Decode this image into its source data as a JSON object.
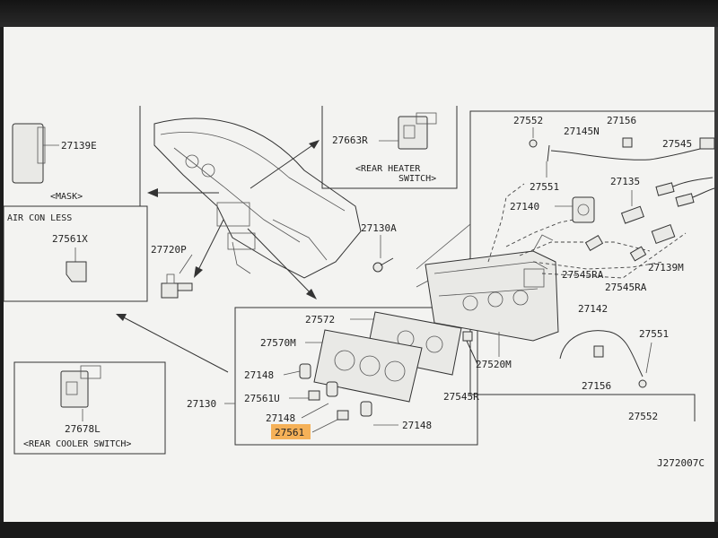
{
  "diagram_id": "J272007C",
  "boxes": {
    "mask": {
      "part": "27139E",
      "caption": "<MASK>"
    },
    "air_con_less": {
      "heading": "AIR CON LESS",
      "part": "27561X"
    },
    "rear_heater": {
      "part": "27663R",
      "caption_line1": "<REAR HEATER",
      "caption_line2": "SWITCH>"
    },
    "rear_cooler": {
      "part": "27678L",
      "caption": "<REAR COOLER SWITCH>"
    }
  },
  "parts": {
    "p27720P": "27720P",
    "p27130A": "27130A",
    "p27552_top": "27552",
    "p27145N": "27145N",
    "p27156_top": "27156",
    "p27545": "27545",
    "p27551_top": "27551",
    "p27135": "27135",
    "p27140": "27140",
    "p27545RA_a": "27545RA",
    "p27139M": "27139M",
    "p27545RA_b": "27545RA",
    "p27142": "27142",
    "p27551_right": "27551",
    "p27156_right": "27156",
    "p27552_right": "27552",
    "p27520M": "27520M",
    "p27545R": "27545R",
    "p27572": "27572",
    "p27570M": "27570M",
    "p27148_a": "27148",
    "p27561U": "27561U",
    "p27148_b": "27148",
    "p27148_c": "27148",
    "p27561_highlight": "27561",
    "p27130": "27130"
  },
  "highlight_color": "#f4a53d"
}
